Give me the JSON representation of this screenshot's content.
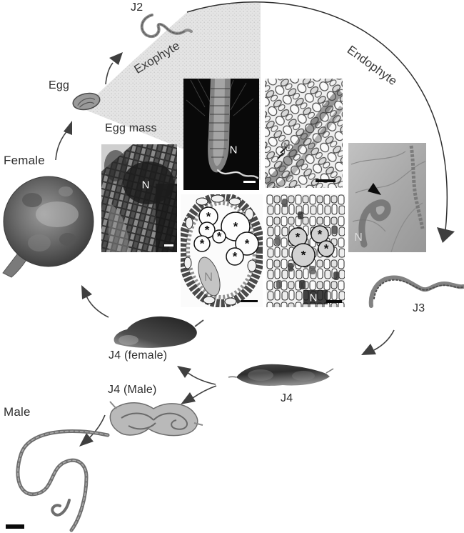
{
  "figure": {
    "subject": "Nematode life cycle diagram with exophytic and endophytic phases",
    "phase_labels": {
      "exophyte": "Exophyte",
      "endophyte": "Endophyte"
    },
    "stage_labels": {
      "j2": "J2",
      "egg": "Egg",
      "egg_mass": "Egg mass",
      "female": "Female",
      "male": "Male",
      "j4_female": "J4 (female)",
      "j4_male": "J4 (Male)",
      "j4": "J4",
      "j3": "J3"
    },
    "markers": {
      "nematode": "N",
      "giant_cell": "*"
    },
    "colors": {
      "background": "#ffffff",
      "stipple_fill": "#e3e3e3",
      "label_text": "#2e2e2e",
      "arrow": "#3f3f3f",
      "worm_gray": "#7a7a7a"
    }
  }
}
